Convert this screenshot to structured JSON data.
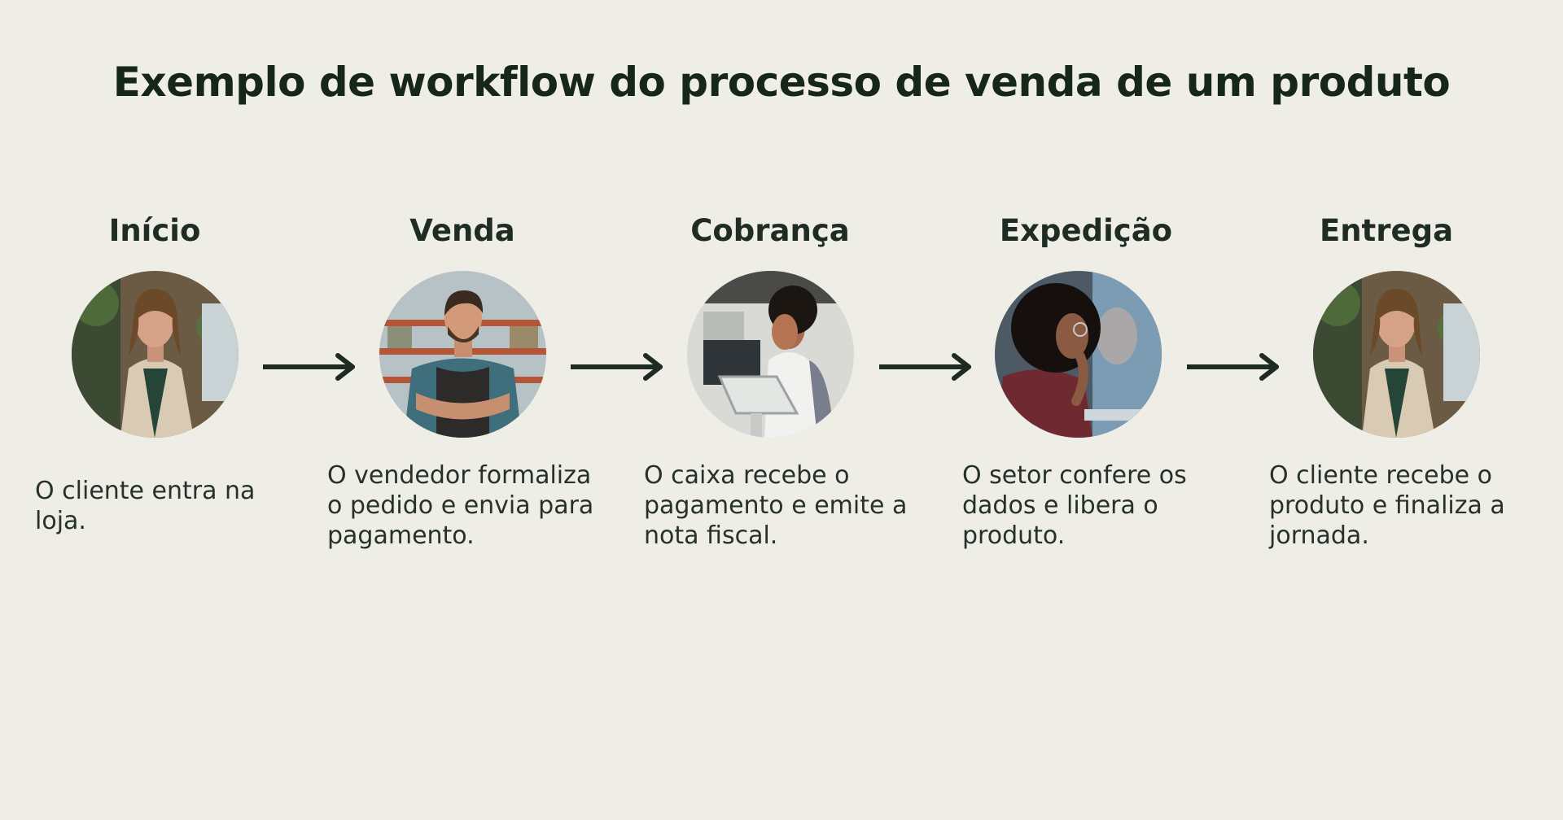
{
  "title": "Exemplo de workflow do processo de venda de um produto",
  "steps": [
    {
      "label": "Início",
      "description": "O cliente entra na loja."
    },
    {
      "label": "Venda",
      "description": "O vendedor formaliza o pedido e envia para pagamento."
    },
    {
      "label": "Cobrança",
      "description": "O caixa recebe o pagamento e emite a nota fiscal."
    },
    {
      "label": "Expedição",
      "description": "O setor confere os dados e libera o produto."
    },
    {
      "label": "Entrega",
      "description": "O cliente recebe o produto e finaliza a jornada."
    }
  ],
  "colors": {
    "background": "#eeeee7",
    "text": "#1b2a20",
    "arrow": "#1e2a22"
  }
}
